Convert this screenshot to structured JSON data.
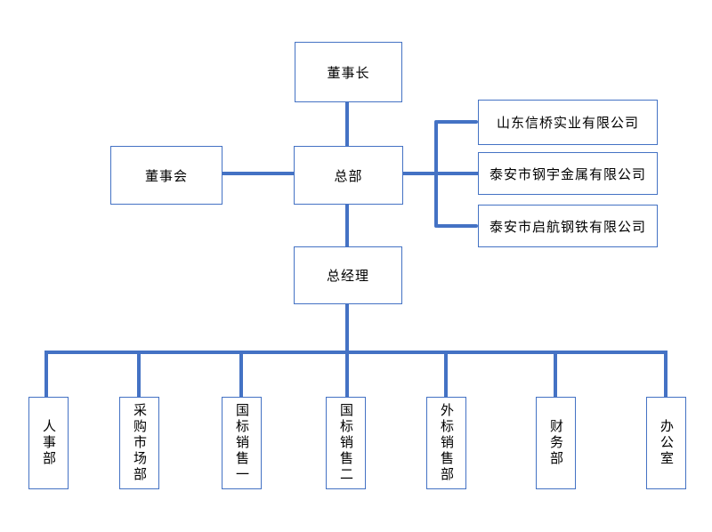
{
  "diagram": {
    "type": "org-chart",
    "colors": {
      "line": "#4472C4",
      "node_border": "#4472C4",
      "node_text": "#000000",
      "background": "#FFFFFF"
    },
    "nodes": {
      "chairman": {
        "label": "董事长"
      },
      "board": {
        "label": "董事会"
      },
      "headquarters": {
        "label": "总部"
      },
      "general_manager": {
        "label": "总经理"
      },
      "subsidiaries": [
        {
          "label": "山东信桥实业有限公司"
        },
        {
          "label": "泰安市钢宇金属有限公司"
        },
        {
          "label": "泰安市启航钢铁有限公司"
        }
      ],
      "departments": [
        {
          "label": "人事部"
        },
        {
          "label": "采购市场部"
        },
        {
          "label": "国标销售一"
        },
        {
          "label": "国标销售二"
        },
        {
          "label": "外标销售部"
        },
        {
          "label": "财务部"
        },
        {
          "label": "办公室"
        }
      ]
    }
  }
}
